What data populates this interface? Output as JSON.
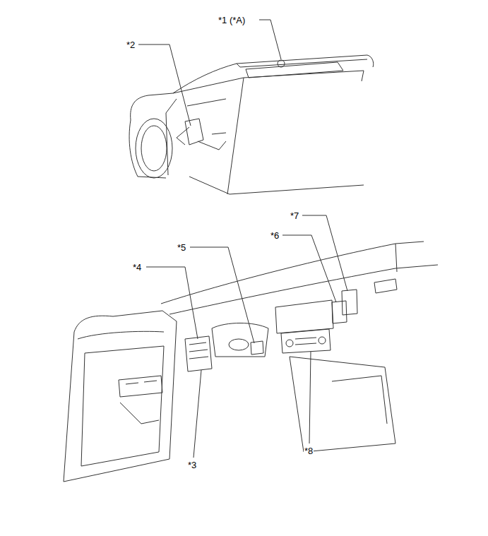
{
  "diagram": {
    "labels": [
      "*1 (*A)",
      "*2",
      "*7",
      "*6",
      "*5",
      "*4",
      "*3",
      "*8"
    ]
  }
}
